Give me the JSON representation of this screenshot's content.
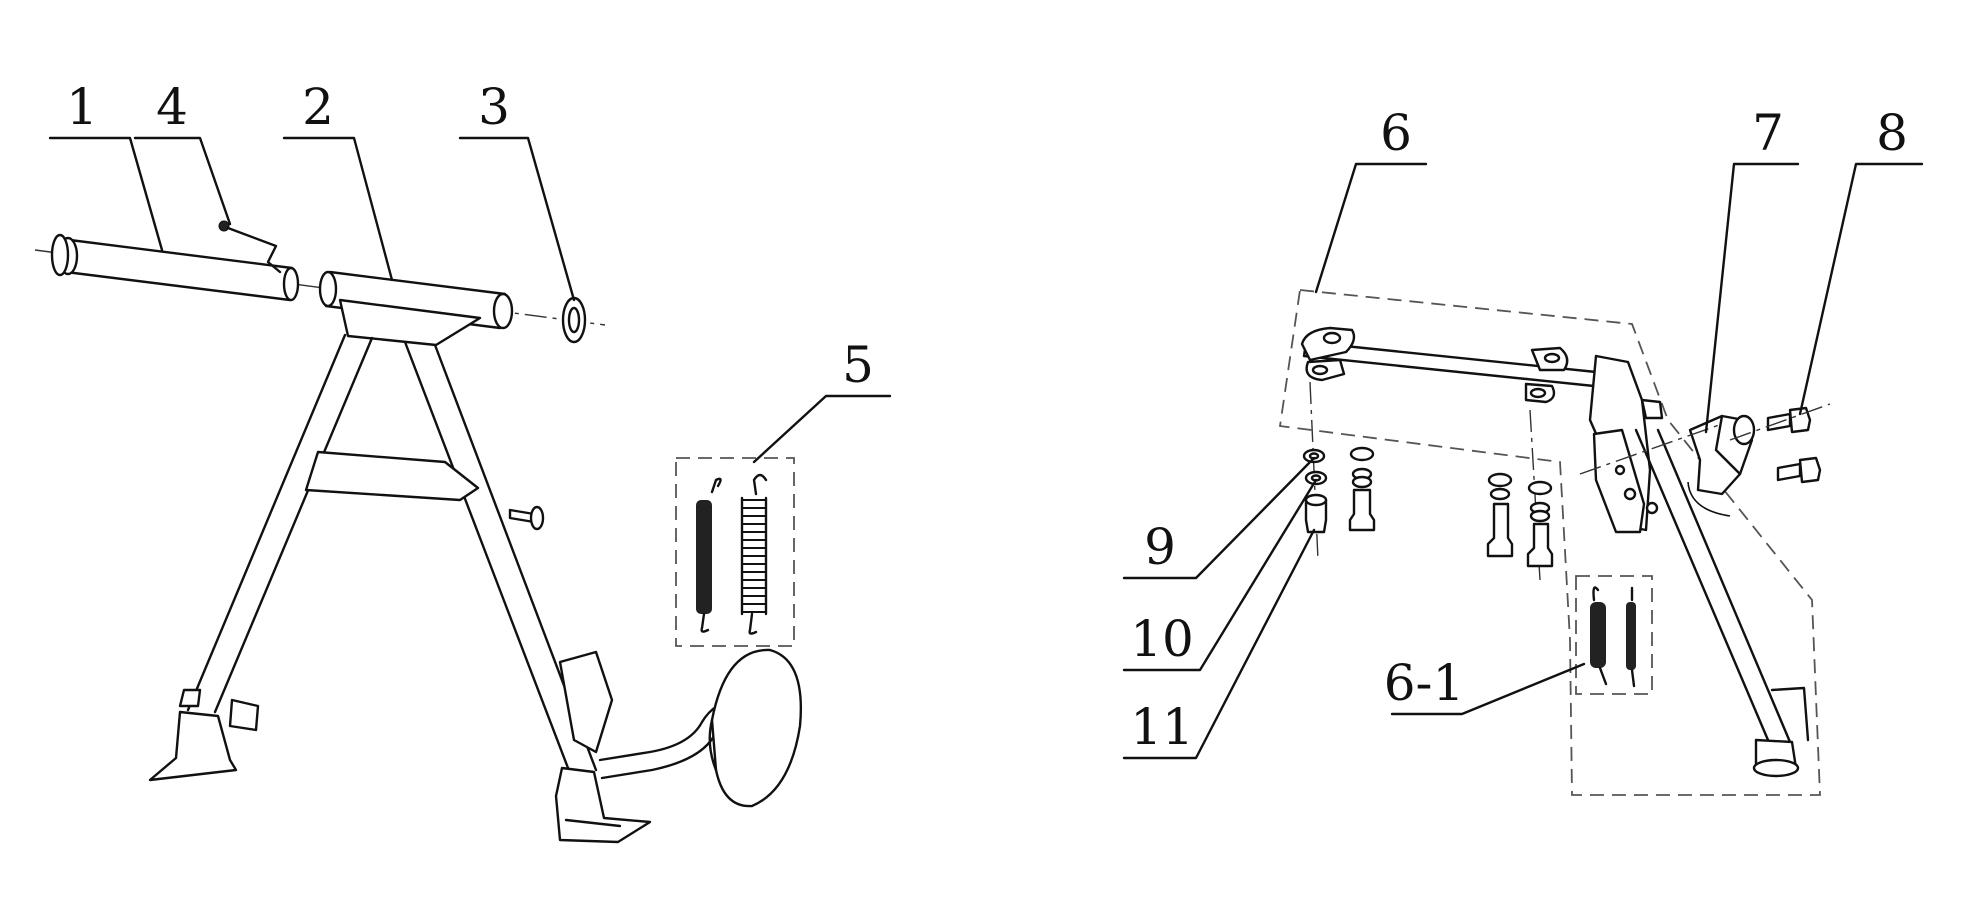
{
  "diagram": {
    "callouts": [
      {
        "id": "1",
        "text": "1"
      },
      {
        "id": "4",
        "text": "4"
      },
      {
        "id": "2",
        "text": "2"
      },
      {
        "id": "3",
        "text": "3"
      },
      {
        "id": "5",
        "text": "5"
      },
      {
        "id": "6",
        "text": "6"
      },
      {
        "id": "7",
        "text": "7"
      },
      {
        "id": "8",
        "text": "8"
      },
      {
        "id": "9",
        "text": "9"
      },
      {
        "id": "10",
        "text": "10"
      },
      {
        "id": "11",
        "text": "11"
      },
      {
        "id": "6-1",
        "text": "6-1"
      }
    ]
  }
}
